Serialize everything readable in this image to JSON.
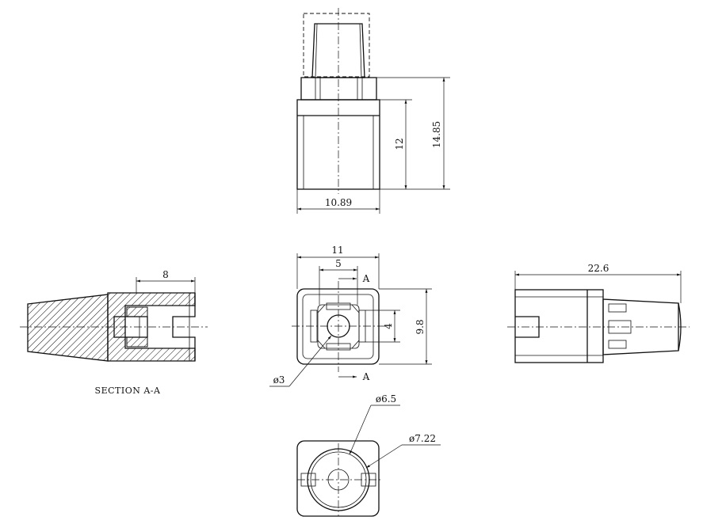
{
  "dimensions": {
    "front_width": "10.89",
    "front_body_height": "12",
    "front_total_height": "14.85",
    "top_outer": "11",
    "top_inner": "5",
    "top_height": "9.8",
    "top_slot": "4",
    "top_bore": "ø3",
    "section_depth": "8",
    "side_length": "22.6",
    "bottom_inner_dia": "ø6.5",
    "bottom_outer_dia": "ø7.22"
  },
  "labels": {
    "section_marker_top": "A",
    "section_marker_bottom": "A",
    "section_caption": "SECTION A-A"
  },
  "colors": {
    "line": "#111111",
    "background": "#ffffff"
  }
}
